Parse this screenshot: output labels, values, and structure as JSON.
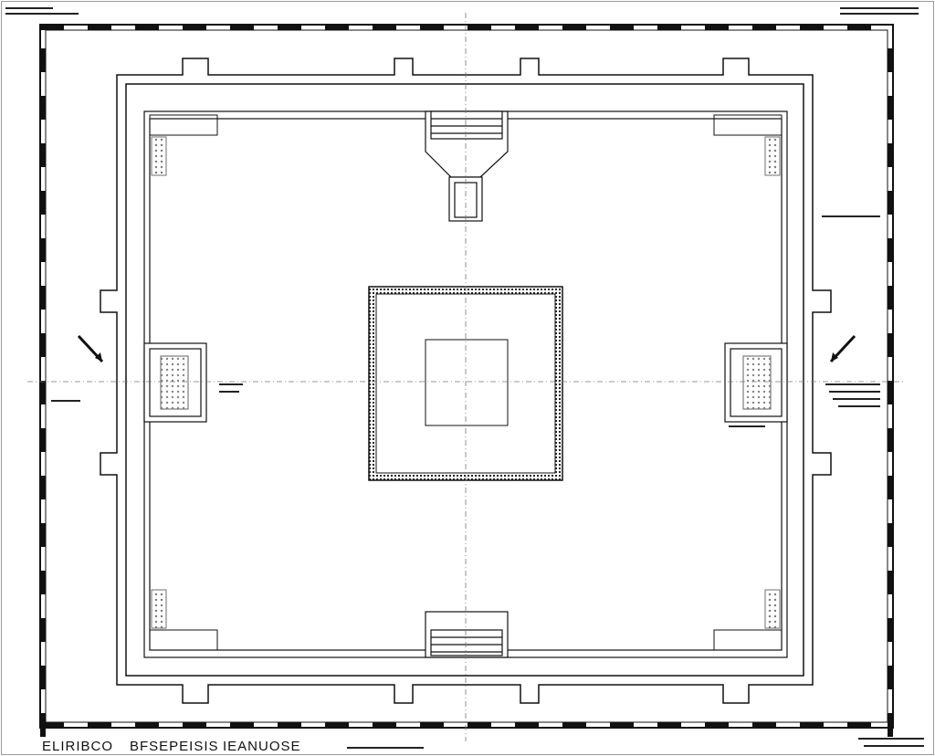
{
  "drawing": {
    "title_left": "ELIRIBCO",
    "title_mid": "BFSEPEISIS",
    "title_right": "IEANUOSE",
    "line_color": "#111111",
    "paper_color": "#ffffff",
    "centerline_color": "#777777"
  },
  "icons": {
    "north_arrow_left": "arrow-icon",
    "north_arrow_right": "arrow-icon"
  }
}
